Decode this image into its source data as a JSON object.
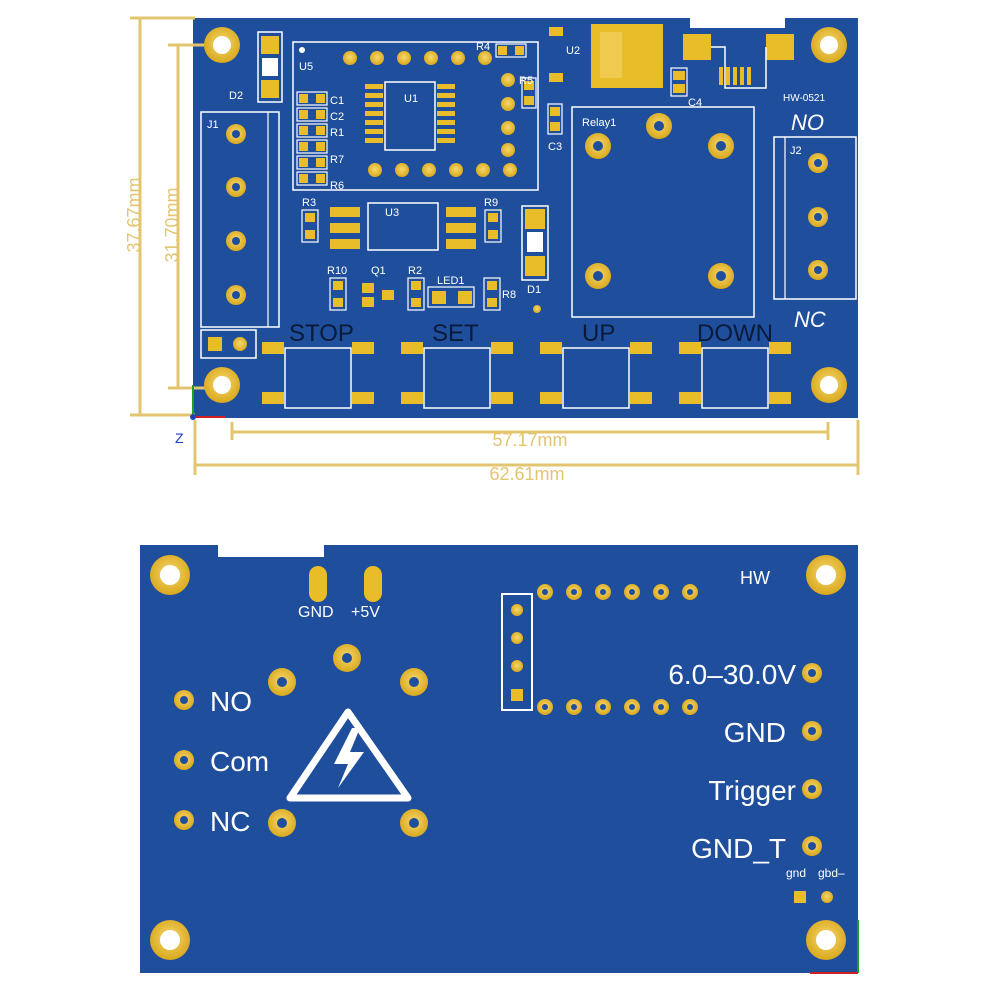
{
  "colors": {
    "board": "#1f4f9c",
    "board_dark": "#163f80",
    "pad_gold": "#e9bc2a",
    "pad_gold_light": "#f5d56a",
    "silk": "#ffffff",
    "dimension": "#e3c570",
    "pcb_text_dark": "#0a1a3a"
  },
  "top_view": {
    "dimensions": {
      "inner_height": "31.70mm",
      "outer_height": "37.67mm",
      "inner_width": "57.17mm",
      "outer_width": "62.61mm"
    },
    "axis": {
      "z_label": "Z"
    },
    "designators": [
      "D2",
      "U5",
      "R4",
      "U2",
      "C1",
      "C2",
      "R1",
      "R7",
      "R6",
      "U1",
      "R5",
      "C3",
      "C4",
      "HW-0521",
      "J1",
      "Relay1",
      "J2",
      "R3",
      "U3",
      "R9",
      "D1",
      "R10",
      "Q1",
      "R2",
      "LED1",
      "R8"
    ],
    "relay_labels": {
      "no": "NO",
      "nc": "NC"
    },
    "buttons": [
      "STOP",
      "SET",
      "UP",
      "DOWN"
    ]
  },
  "bottom_view": {
    "power_pins": {
      "gnd": "GND",
      "plus5v": "+5V"
    },
    "brand": "HW",
    "relay_terminals": [
      "NO",
      "Com",
      "NC"
    ],
    "input_terminals": [
      "6.0–30.0V",
      "GND",
      "Trigger",
      "GND_T"
    ],
    "small_labels": {
      "left": "gnd",
      "right": "gbd–"
    }
  }
}
